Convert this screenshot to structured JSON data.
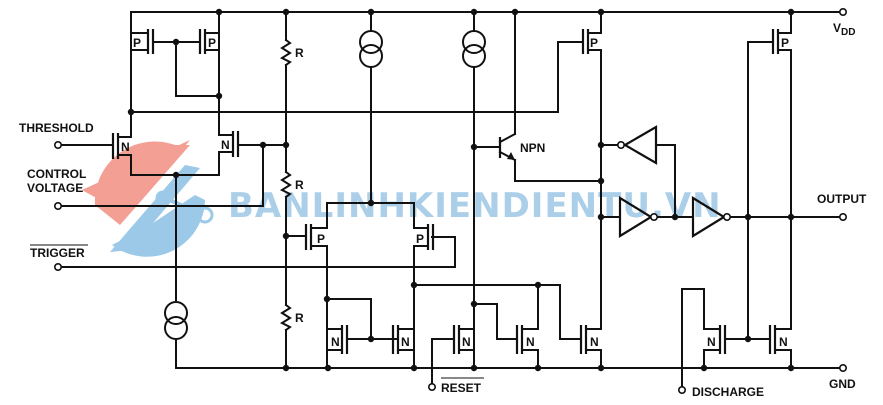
{
  "diagram": {
    "type": "schematic",
    "subject": "CMOS 555 timer internal block diagram",
    "terminals": {
      "vdd": "V",
      "vdd_sub": "DD",
      "gnd": "GND",
      "threshold": "THRESHOLD",
      "control_voltage_line1": "CONTROL",
      "control_voltage_line2": "VOLTAGE",
      "trigger": "TRIGGER",
      "reset": "RESET",
      "discharge": "DISCHARGE",
      "output": "OUTPUT"
    },
    "component_labels": {
      "pmos": "P",
      "nmos": "N",
      "resistor": "R",
      "bjt": "NPN"
    },
    "resistor_count": 3,
    "current_source_count": 3,
    "inverter_count": 3
  },
  "watermark": {
    "text": "BANLINHKIENDIENTU.VN",
    "colors": {
      "red": "#f08070",
      "blue": "#6aa8d8"
    }
  }
}
